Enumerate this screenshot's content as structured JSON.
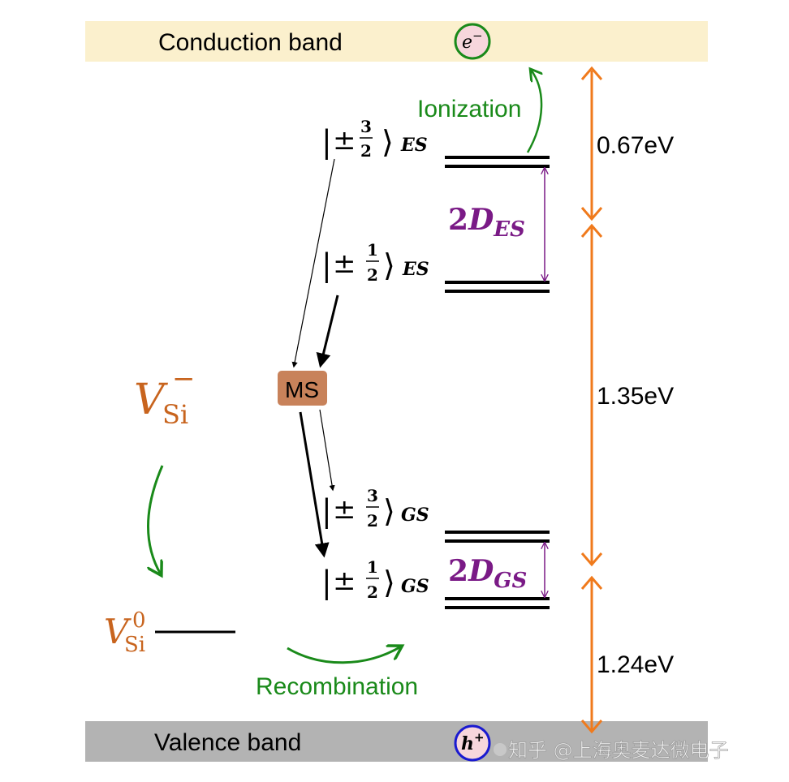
{
  "bands": {
    "conduction_label": "Conduction band",
    "valence_label": "Valence band"
  },
  "carriers": {
    "electron": {
      "base": "e",
      "sup": "−"
    },
    "hole": {
      "base": "h",
      "sup": "+"
    }
  },
  "states": {
    "es_32": {
      "pm": "±",
      "num": "3",
      "den": "2",
      "sub": "ES"
    },
    "es_12": {
      "pm": "±",
      "num": "1",
      "den": "2",
      "sub": "ES"
    },
    "gs_32": {
      "pm": "±",
      "num": "3",
      "den": "2",
      "sub": "GS"
    },
    "gs_12": {
      "pm": "±",
      "num": "1",
      "den": "2",
      "sub": "GS"
    }
  },
  "splittings": {
    "es": {
      "coef": "2",
      "sym": "D",
      "sub": "ES"
    },
    "gs": {
      "coef": "2",
      "sym": "D",
      "sub": "GS"
    }
  },
  "ms_label": "MS",
  "process_labels": {
    "ionization": "Ionization",
    "recombination": "Recombination"
  },
  "defects": {
    "neg": {
      "base": "V",
      "sub": "Si",
      "sup": "−"
    },
    "neutral": {
      "base": "V",
      "sub": "Si",
      "sup": "0"
    }
  },
  "energies": {
    "top": "0.67eV",
    "middle": "1.35eV",
    "bottom": "1.24eV"
  },
  "watermark": "知乎 @上海奥麦达微电子",
  "colors": {
    "conduction_band": "#fbf0cd",
    "valence_band": "#b3b3b3",
    "electron_ring": "#1a8a1a",
    "electron_fill": "#f7d6dc",
    "hole_ring": "#1a1ad0",
    "hole_fill": "#f7d6dc",
    "green_text": "#1a8a1a",
    "purple": "#7a1a86",
    "orange": "#f07a1c",
    "defect_orange": "#c8641e",
    "ms_box": "#c8825a"
  }
}
